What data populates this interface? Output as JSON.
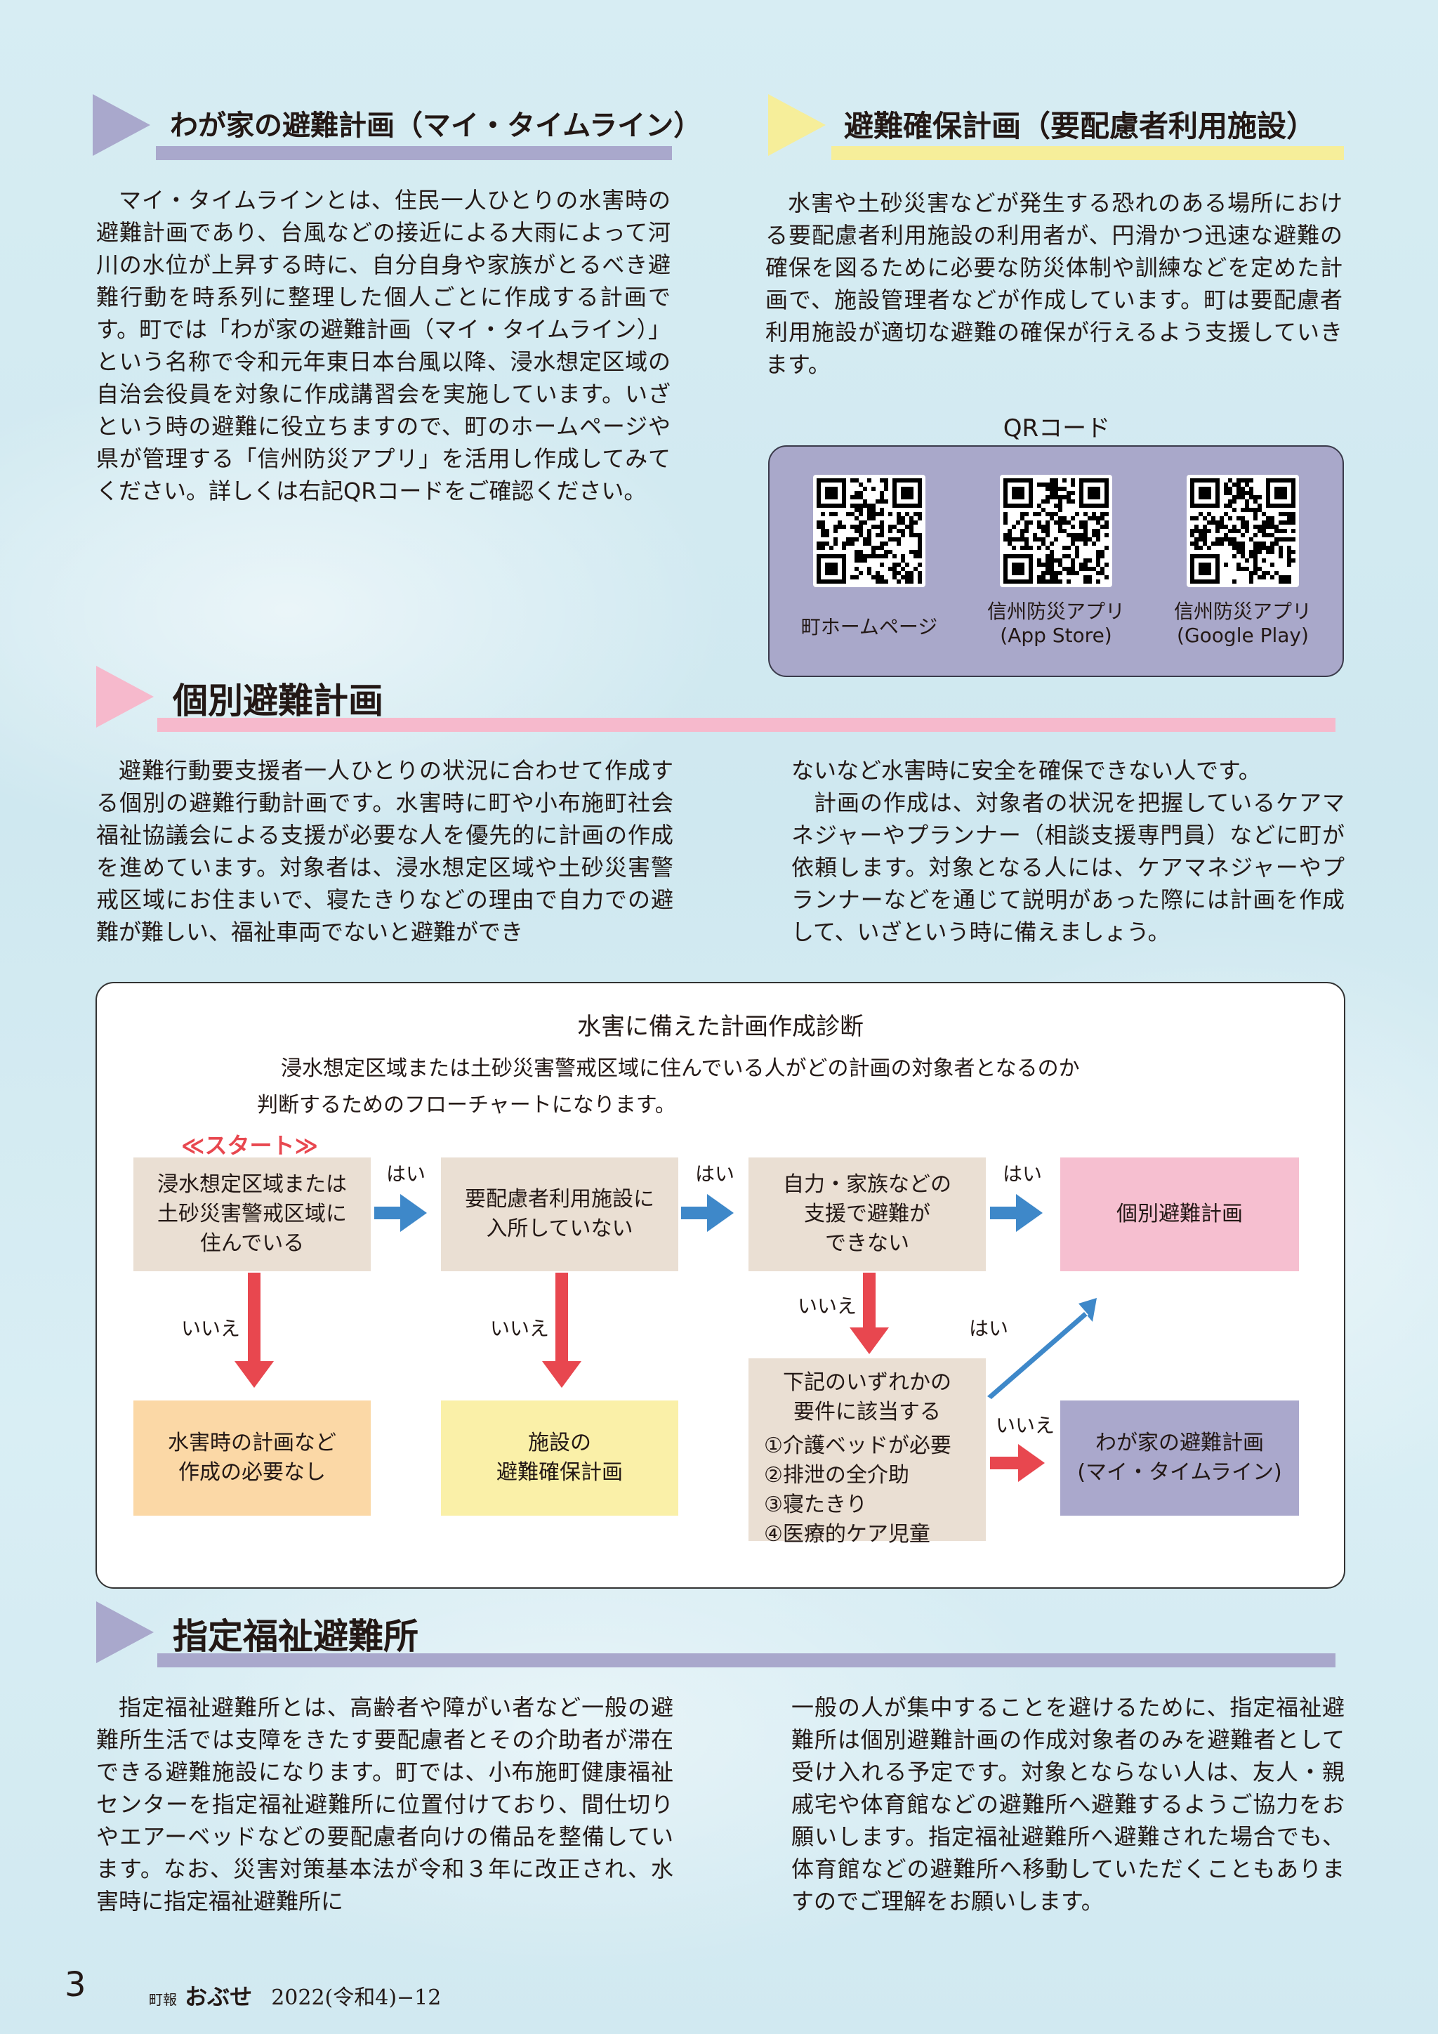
{
  "section1": {
    "title": "わが家の避難計画（マイ・タイムライン）",
    "body": "マイ・タイムラインとは、住民一人ひとりの水害時の避難計画であり、台風などの接近による大雨によって河川の水位が上昇する時に、自分自身や家族がとるべき避難行動を時系列に整理した個人ごとに作成する計画です。町では「わが家の避難計画（マイ・タイムライン）」という名称で令和元年東日本台風以降、浸水想定区域の自治会役員を対象に作成講習会を実施しています。いざという時の避難に役立ちますので、町のホームページや県が管理する「信州防災アプリ」を活用し作成してみてください。詳しくは右記QRコードをご確認ください。"
  },
  "section2": {
    "title": "避難確保計画（要配慮者利用施設）",
    "body": "水害や土砂災害などが発生する恐れのある場所における要配慮者利用施設の利用者が、円滑かつ迅速な避難の確保を図るために必要な防災体制や訓練などを定めた計画で、施設管理者などが作成しています。町は要配慮者利用施設が適切な避難の確保が行えるよう支援していきます。"
  },
  "qr": {
    "heading": "QRコード",
    "items": [
      {
        "caption": "町ホームページ"
      },
      {
        "caption": "信州防災アプリ\n(App Store)"
      },
      {
        "caption": "信州防災アプリ\n(Google Play)"
      }
    ]
  },
  "section3": {
    "title": "個別避難計画",
    "body_left": "避難行動要支援者一人ひとりの状況に合わせて作成する個別の避難行動計画です。水害時に町や小布施町社会福祉協議会による支援が必要な人を優先的に計画の作成を進めています。対象者は、浸水想定区域や土砂災害警戒区域にお住まいで、寝たきりなどの理由で自力での避難が難しい、福祉車両でないと避難ができ",
    "body_right_1": "ないなど水害時に安全を確保できない人です。",
    "body_right_2": "計画の作成は、対象者の状況を把握しているケアマネジャーやプランナー（相談支援専門員）などに町が依頼します。対象となる人には、ケアマネジャーやプランナーなどを通じて説明があった際には計画を作成して、いざという時に備えましょう。"
  },
  "flowchart": {
    "title": "水害に備えた計画作成診断",
    "desc1": "浸水想定区域または土砂災害警戒区域に住んでいる人がどの計画の対象者となるのか",
    "desc2": "判断するためのフローチャートになります。",
    "start": "≪スタート≫",
    "q1": "浸水想定区域または\n土砂災害警戒区域に\n住んでいる",
    "q2": "要配慮者利用施設に\n入所していない",
    "q3": "自力・家族などの\n支援で避難が\nできない",
    "q4_title": "下記のいずれかの\n要件に該当する",
    "q4_list": "①介護ベッドが必要\n②排泄の全介助\n③寝たきり\n④医療的ケア児童",
    "r_individual": "個別避難計画",
    "r_none": "水害時の計画など\n作成の必要なし",
    "r_facility": "施設の\n避難確保計画",
    "r_mytimeline": "わが家の避難計画\n(マイ・タイムライン)",
    "yes": "はい",
    "no": "いいえ",
    "colors": {
      "box": "#eadfd3",
      "individual": "#f6bfd0",
      "none": "#fbd8a6",
      "facility": "#faf0a8",
      "mytimeline": "#aaa8cc",
      "blue_arrow": "#3e88c9",
      "red_arrow": "#e8474f"
    }
  },
  "section4": {
    "title": "指定福祉避難所",
    "body_left": "指定福祉避難所とは、高齢者や障がい者など一般の避難所生活では支障をきたす要配慮者とその介助者が滞在できる避難施設になります。町では、小布施町健康福祉センターを指定福祉避難所に位置付けており、間仕切りやエアーベッドなどの要配慮者向けの備品を整備しています。なお、災害対策基本法が令和３年に改正され、水害時に指定福祉避難所に",
    "body_right": "一般の人が集中することを避けるために、指定福祉避難所は個別避難計画の作成対象者のみを避難者として受け入れる予定です。対象とならない人は、友人・親戚宅や体育館などの避難所へ避難するようご協力をお願いします。指定福祉避難所へ避難された場合でも、体育館などの避難所へ移動していただくこともありますのでご理解をお願いします。"
  },
  "footer": {
    "page": "3",
    "pub_small": "町報",
    "pub_name": "おぶせ",
    "issue": "2022(令和4)−12"
  },
  "colors": {
    "lavender": "#a9a8cc",
    "yellow": "#f6ee9a",
    "pink": "#f6b9cc"
  }
}
